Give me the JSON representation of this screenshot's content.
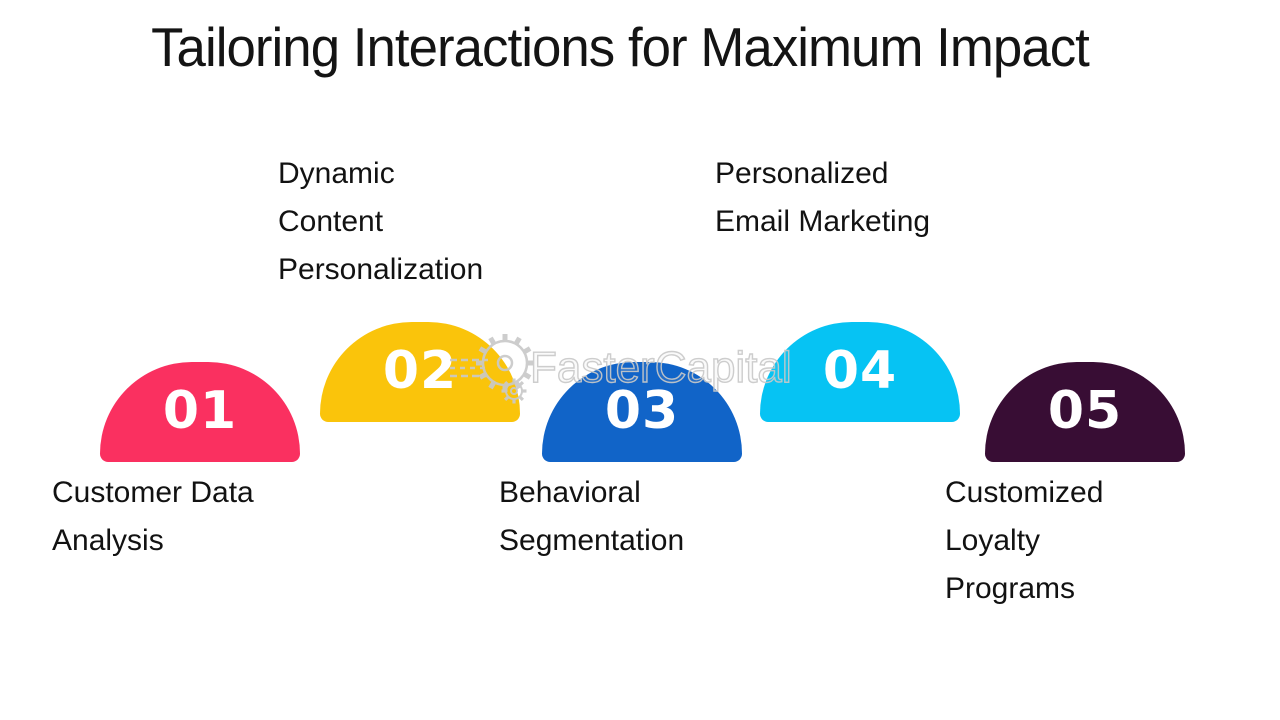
{
  "title": "Tailoring Interactions for Maximum Impact",
  "watermark": {
    "text": "FasterCapital"
  },
  "steps": [
    {
      "number": "01",
      "label": "Customer Data\nAnalysis",
      "color": "#FA3060",
      "label_position": "below"
    },
    {
      "number": "02",
      "label": "Dynamic\nContent\nPersonalization",
      "color": "#FAC40B",
      "label_position": "above"
    },
    {
      "number": "03",
      "label": "Behavioral\nSegmentation",
      "color": "#1164C8",
      "label_position": "below"
    },
    {
      "number": "04",
      "label": "Personalized\nEmail Marketing",
      "color": "#06C3F3",
      "label_position": "above"
    },
    {
      "number": "05",
      "label": "Customized\nLoyalty\nPrograms",
      "color": "#380D34",
      "label_position": "below"
    }
  ]
}
